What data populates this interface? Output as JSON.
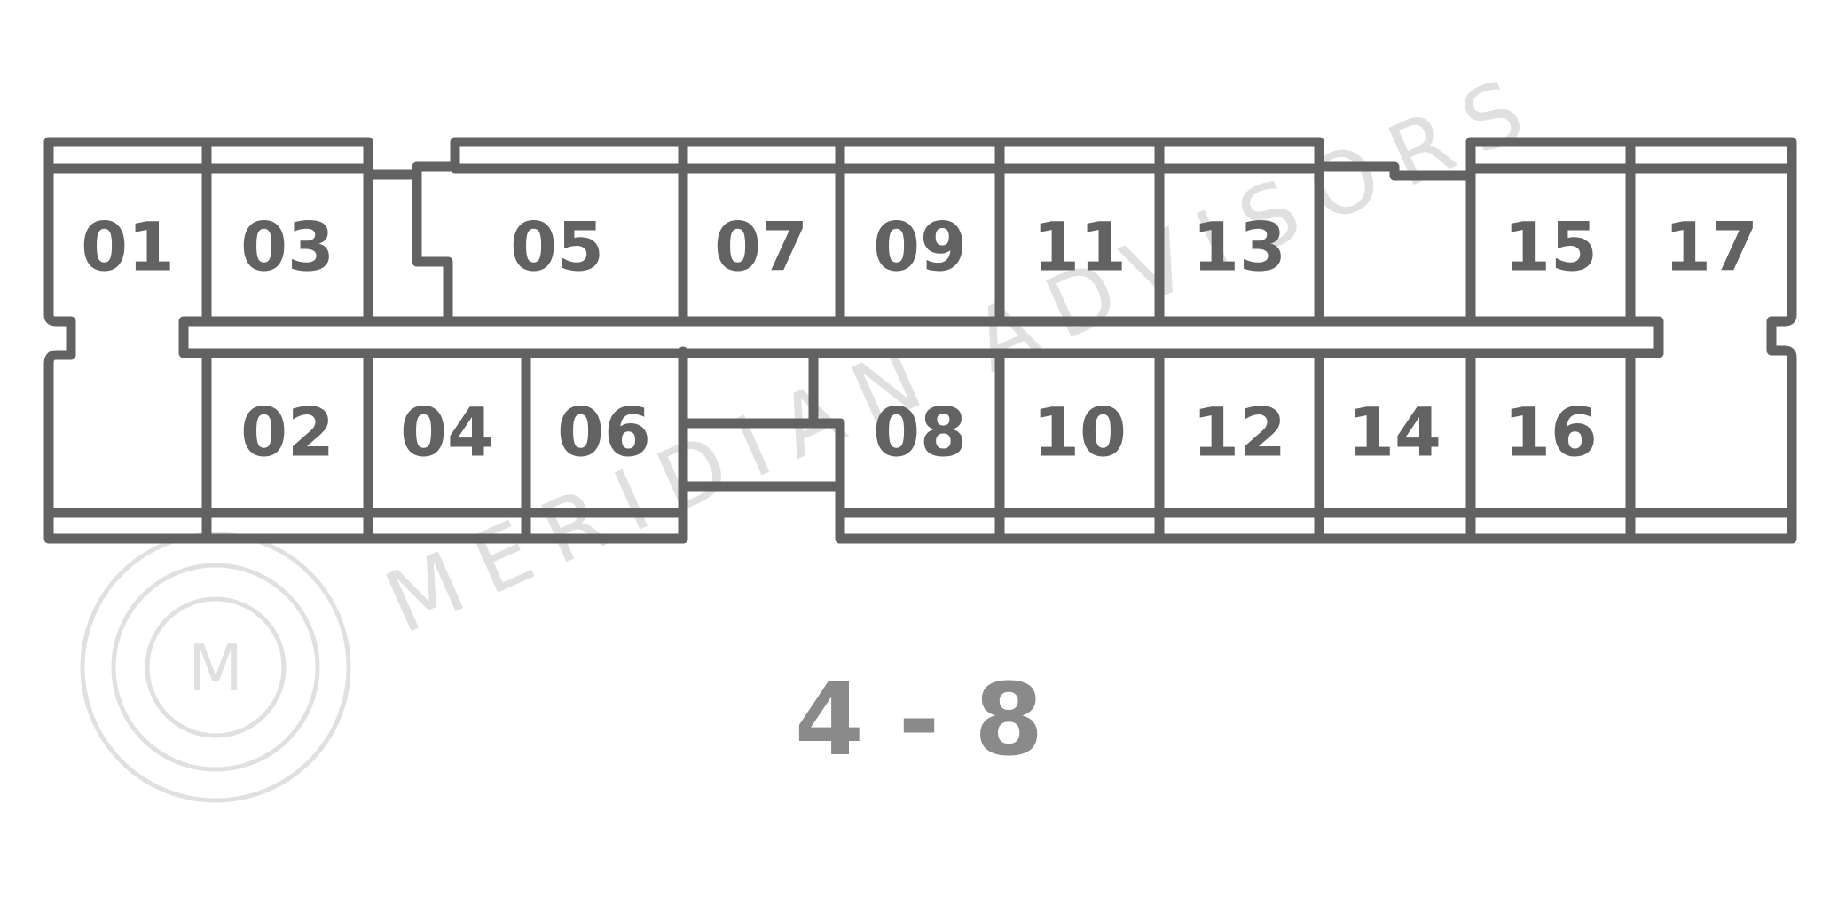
{
  "watermark": {
    "text": "MERIDIAN ADVISORS",
    "logo_letter": "M"
  },
  "connector": {
    "top_row_pins": [
      "01",
      "03",
      "05",
      "07",
      "09",
      "11",
      "13",
      "15",
      "17"
    ],
    "bottom_row_pins": [
      "02",
      "04",
      "06",
      "08",
      "10",
      "12",
      "14",
      "16"
    ],
    "caption": "4 - 8"
  }
}
